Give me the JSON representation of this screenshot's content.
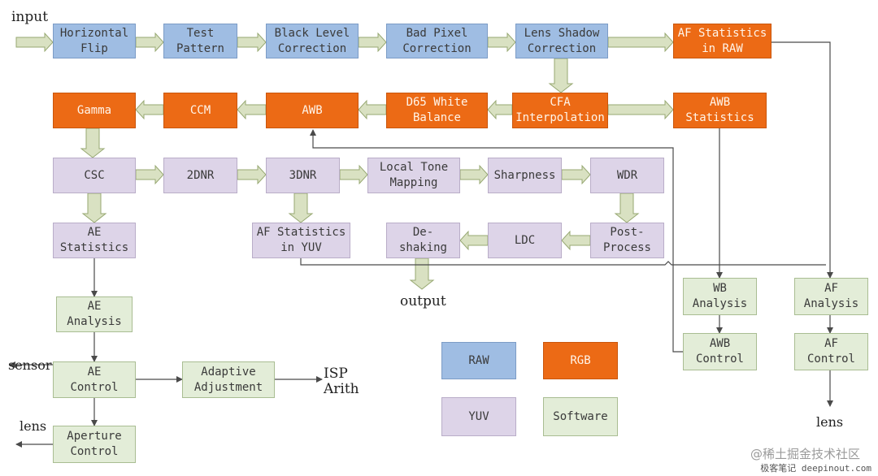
{
  "blocks": {
    "hflip": "Horizontal\nFlip",
    "test_pattern": "Test\nPattern",
    "blc": "Black Level\nCorrection",
    "bpc": "Bad Pixel\nCorrection",
    "lsc": "Lens Shadow\nCorrection",
    "af_raw": "AF Statistics\nin RAW",
    "gamma": "Gamma",
    "ccm": "CCM",
    "awb": "AWB",
    "d65": "D65 White\nBalance",
    "cfa": "CFA\nInterpolation",
    "awb_stats": "AWB\nStatistics",
    "csc": "CSC",
    "dnr2": "2DNR",
    "dnr3": "3DNR",
    "ltm": "Local Tone\nMapping",
    "sharpness": "Sharpness",
    "wdr": "WDR",
    "ae_stats": "AE\nStatistics",
    "af_yuv": "AF Statistics\nin YUV",
    "deshaking": "De-\nshaking",
    "ldc": "LDC",
    "postprocess": "Post-\nProcess",
    "wb_analysis": "WB\nAnalysis",
    "af_analysis": "AF\nAnalysis",
    "ae_analysis": "AE\nAnalysis",
    "awb_control": "AWB\nControl",
    "af_control": "AF\nControl",
    "ae_control": "AE\nControl",
    "adaptive": "Adaptive\nAdjustment",
    "aperture": "Aperture\nControl"
  },
  "legend": {
    "raw": "RAW",
    "rgb": "RGB",
    "yuv": "YUV",
    "software": "Software"
  },
  "labels": {
    "input": "input",
    "output": "output",
    "sensor": "sensor",
    "lens_left": "lens",
    "lens_right": "lens",
    "isp_arith": "ISP\nArith"
  },
  "watermark": {
    "line1": "@稀土掘金技术社区",
    "line2": "极客笔记 deepinout.com"
  },
  "colors": {
    "raw": "#9fbde3",
    "rgb": "#ec6a15",
    "yuv": "#ddd4e8",
    "software": "#e3edd8",
    "arrow_fill": "#d9e1c2",
    "arrow_stroke": "#97a872",
    "line": "#4a4a4a"
  }
}
